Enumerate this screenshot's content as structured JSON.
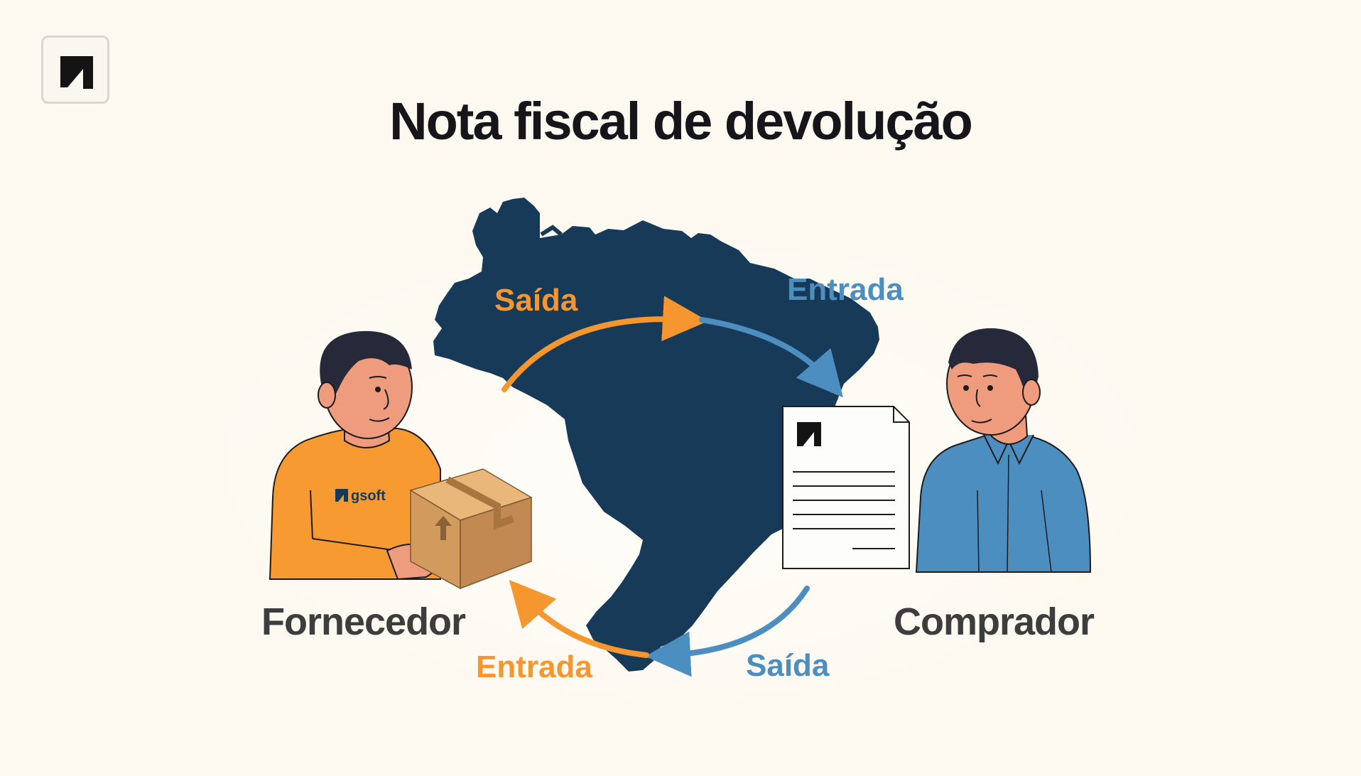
{
  "title": "Nota fiscal de devolução",
  "parties": {
    "supplier": "Fornecedor",
    "buyer": "Comprador"
  },
  "flows": {
    "top_left": "Saída",
    "top_right": "Entrada",
    "bottom_left": "Entrada",
    "bottom_right": "Saída"
  },
  "shirt_brand": "gsoft",
  "colors": {
    "background": "#fdf9f1",
    "map": "#173a58",
    "orange": "#f5962f",
    "blue": "#4d8ec0",
    "text_dark": "#16161a",
    "party_text": "#3d3d3d"
  },
  "icons": [
    "logo-icon",
    "brazil-map",
    "package-box",
    "invoice-document"
  ]
}
